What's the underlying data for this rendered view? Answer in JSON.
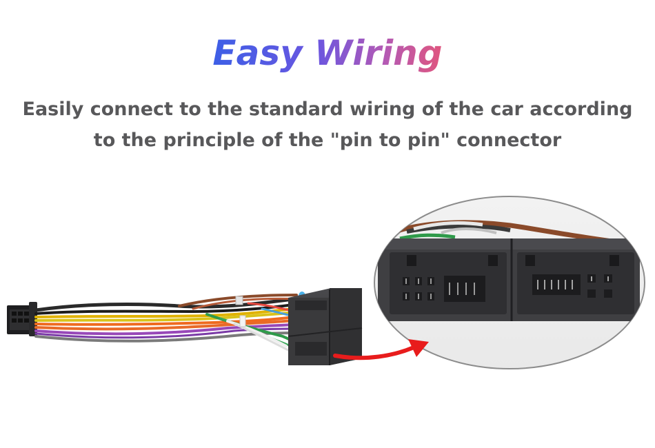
{
  "heading": {
    "title": "Easy Wiring",
    "line1": "Easily connect to the standard wiring of the car according",
    "line2": "to the principle of the \"pin to pin\" connector"
  },
  "colors": {
    "title_start": "#3d5fe6",
    "title_end": "#e0567e",
    "subtitle": "#58585a",
    "arrow": "#e81c1c",
    "connector": "#3b3b3d"
  },
  "icons": {
    "harness": "wiring-harness-image",
    "zoom": "connector-closeup-image",
    "arrow": "red-curved-arrow"
  }
}
